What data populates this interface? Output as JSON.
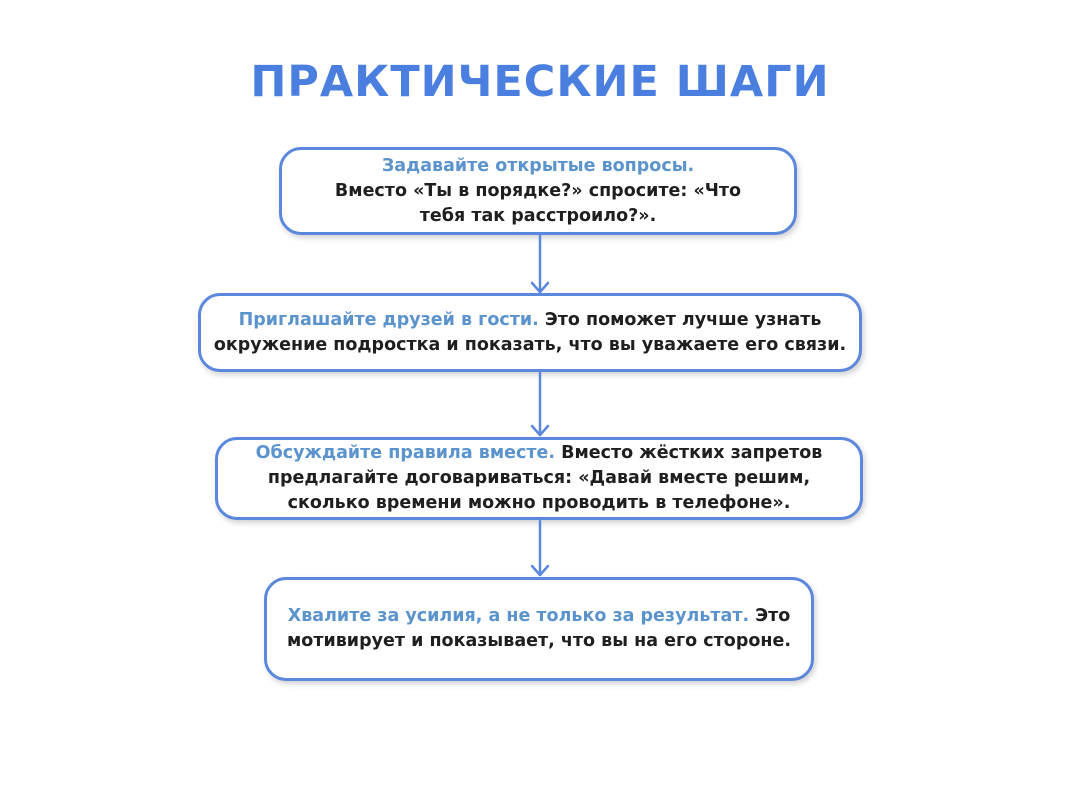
{
  "title": "ПРАКТИЧЕСКИЕ ШАГИ",
  "steps": [
    {
      "lead": "Задавайте открытые вопросы.",
      "body": "Вместо «Ты в порядке?» спросите: «Что тебя так расстроило?»."
    },
    {
      "lead": "Приглашайте друзей в гости.",
      "body": "Это поможет лучше узнать окружение подростка и показать, что вы уважаете его связи."
    },
    {
      "lead": "Обсуждайте правила вместе.",
      "body": "Вместо жёстких запретов предлагайте договариваться: «Давай вместе решим, сколько времени можно проводить в телефоне»."
    },
    {
      "lead": "Хвалите за усилия, а не только за результат.",
      "body": "Это мотивирует и показывает, что вы на его стороне."
    }
  ],
  "colors": {
    "title": "#4a7fe0",
    "lead_text": "#5b93cc",
    "border": "#5b87dd",
    "body_text": "#1f1f1f"
  }
}
